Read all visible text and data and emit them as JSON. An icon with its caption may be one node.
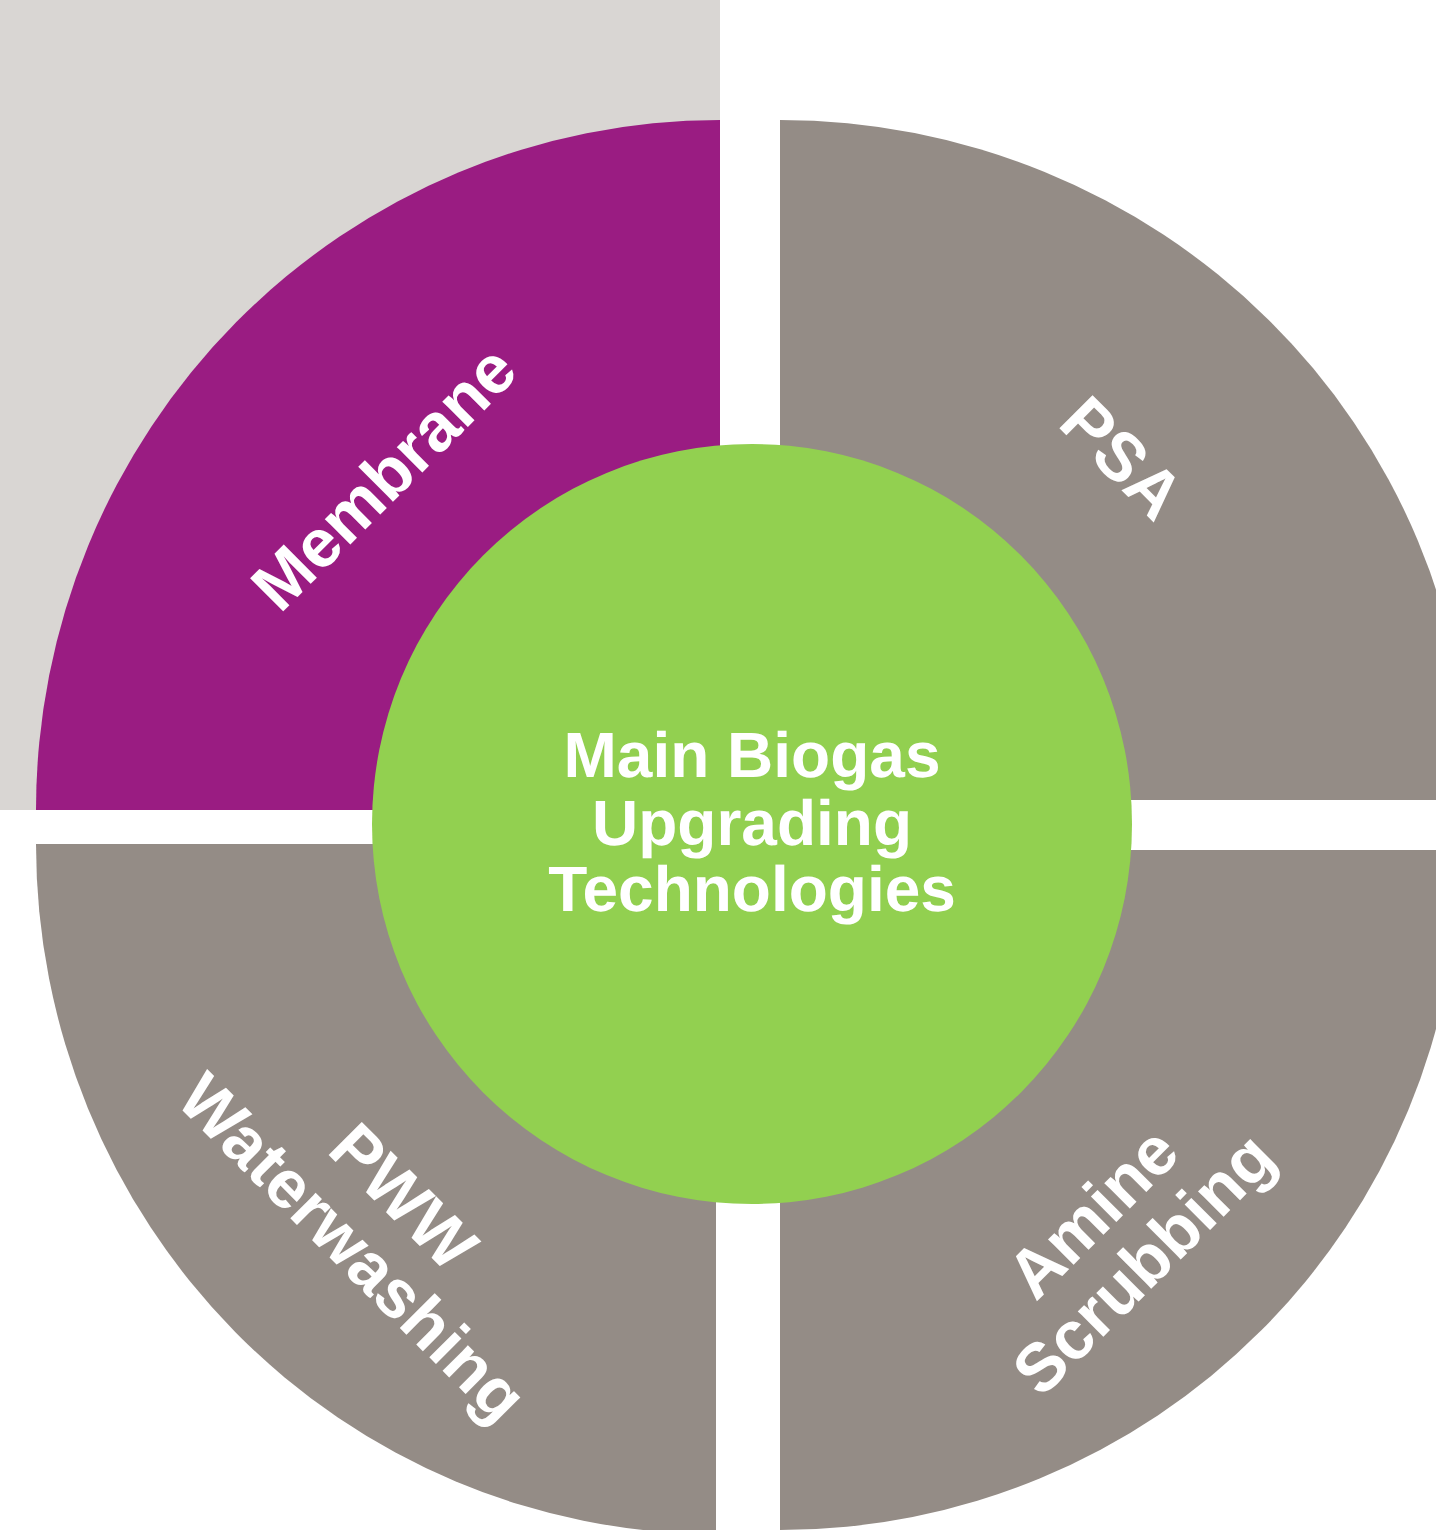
{
  "diagram": {
    "nodes": [
      {
        "text": [
          "Membrane"
        ]
      },
      {
        "text": [
          "PSA"
        ]
      },
      {
        "text": [
          "Main Biogas Upgrading Technologies"
        ]
      },
      {
        "text": [
          "PWW Waterwashing"
        ]
      },
      {
        "text": [
          "Amine Scrubbing"
        ]
      }
    ]
  }
}
